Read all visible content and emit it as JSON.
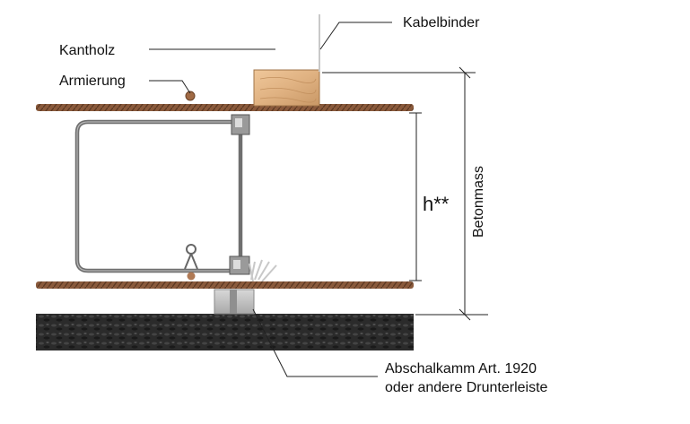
{
  "labels": {
    "kabelbinder": "Kabelbinder",
    "kantholz": "Kantholz",
    "armierung": "Armierung",
    "betonmass": "Betonmass",
    "h": "h**",
    "abschalkamm_line1": "Abschalkamm Art. 1920",
    "abschalkamm_line2": "oder andere Drunterleiste"
  },
  "colors": {
    "rebar": "#8a5a3c",
    "wood": "#e3b88a",
    "ground": "#2b2b2b",
    "stirrup": "#7a7a7a",
    "line": "#222222"
  }
}
